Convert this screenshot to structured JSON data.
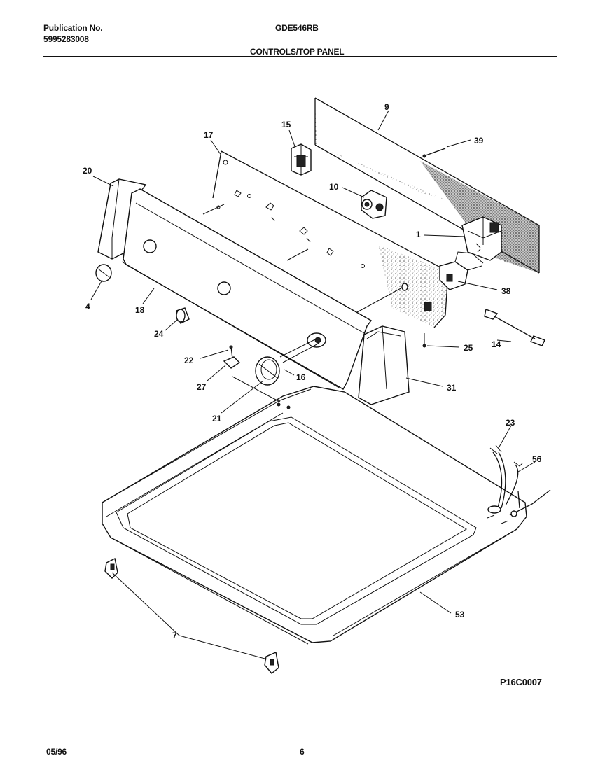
{
  "header": {
    "publication_label": "Publication No.",
    "publication_number": "5995283008",
    "model": "GDE546RB",
    "section_title": "CONTROLS/TOP PANEL"
  },
  "figure_code": "P16C0007",
  "footer": {
    "date": "05/96",
    "page": "6"
  },
  "callouts": [
    "9",
    "39",
    "15",
    "17",
    "20",
    "10",
    "1",
    "38",
    "4",
    "18",
    "24",
    "14",
    "25",
    "22",
    "27",
    "16",
    "31",
    "21",
    "23",
    "56",
    "53",
    "7"
  ]
}
